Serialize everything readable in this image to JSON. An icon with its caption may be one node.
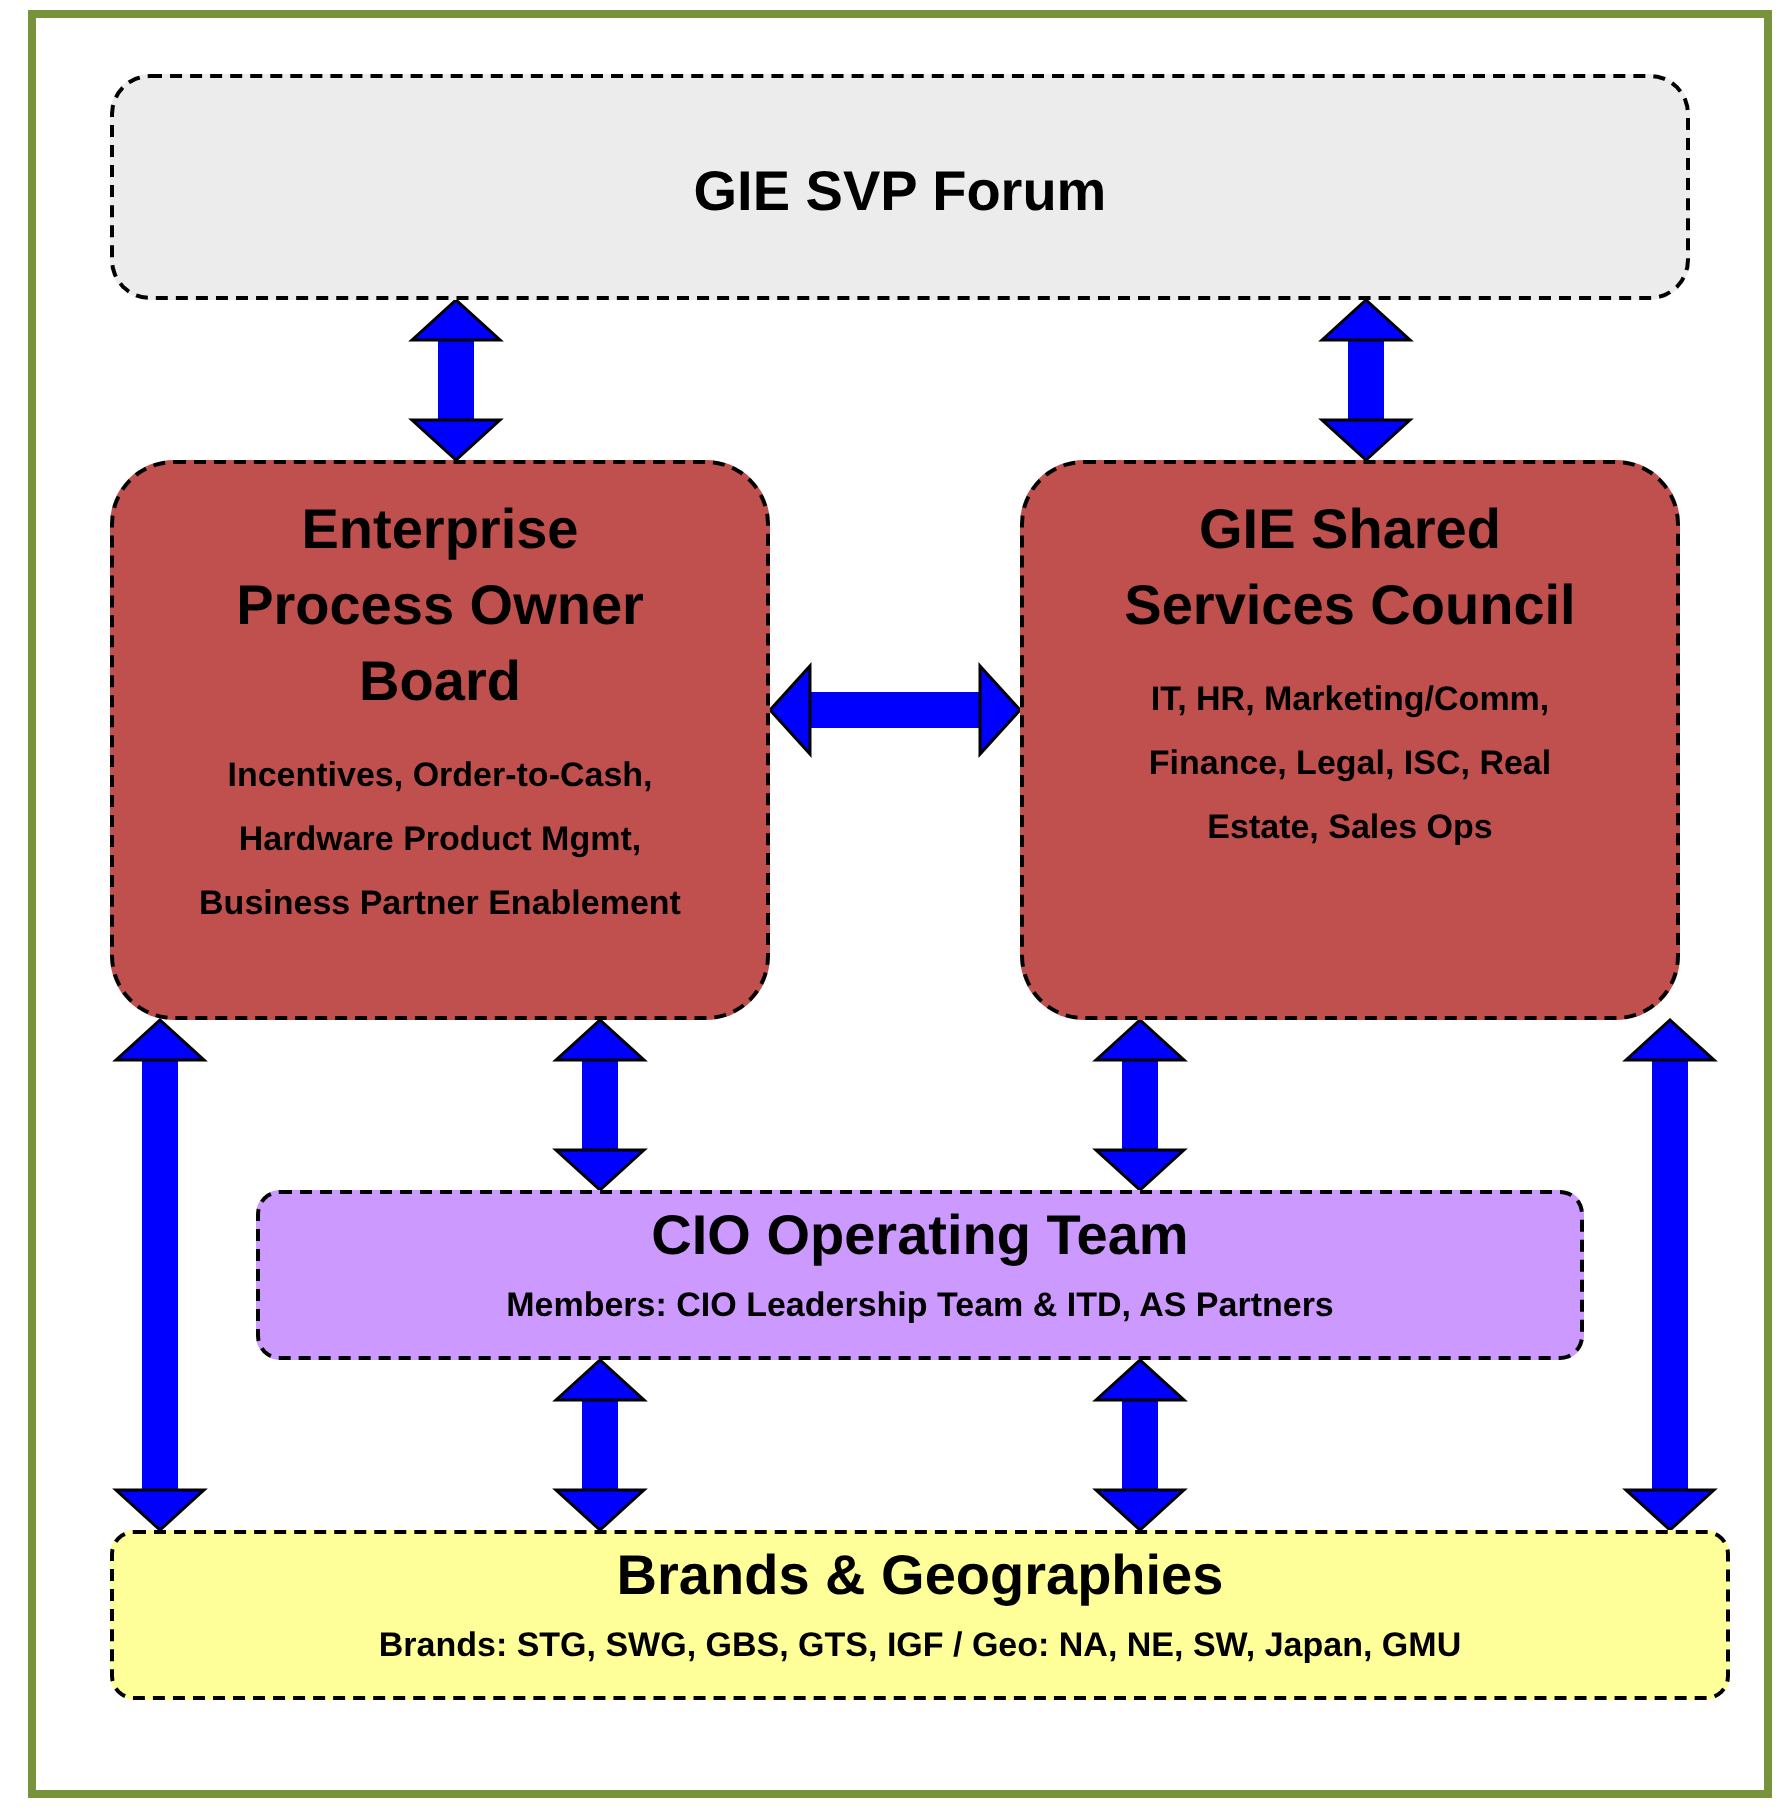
{
  "diagram": {
    "nodes": [
      {
        "text": [
          "GIE SVP Forum"
        ]
      },
      {
        "text": [
          "Enterprise Process Owner Board",
          "Incentives, Order-to-Cash, Hardware Product Mgmt, Business Partner Enablement"
        ]
      },
      {
        "text": [
          "GIE Shared Services Council",
          "IT, HR, Marketing/Comm, Finance, Legal, ISC, Real Estate, Sales Ops"
        ]
      },
      {
        "text": [
          "CIO Operating Team",
          "Members: CIO Leadership Team & ITD, AS Partners"
        ]
      },
      {
        "text": [
          "Brands & Geographies",
          "Brands: STG, SWG, GBS, GTS, IGF / Geo: NA, NE, SW, Japan, GMU"
        ]
      }
    ],
    "edges": [
      {
        "from": 0,
        "to": 1,
        "arrow": "both"
      },
      {
        "from": 0,
        "to": 2,
        "arrow": "both"
      },
      {
        "from": 1,
        "to": 2,
        "arrow": "both"
      },
      {
        "from": 1,
        "to": 3,
        "arrow": "both"
      },
      {
        "from": 2,
        "to": 3,
        "arrow": "both"
      },
      {
        "from": 3,
        "to": 4,
        "arrow": "both"
      },
      {
        "from": 3,
        "to": 4,
        "arrow": "both"
      },
      {
        "from": 1,
        "to": 4,
        "arrow": "both"
      },
      {
        "from": 2,
        "to": 4,
        "arrow": "both"
      }
    ]
  }
}
